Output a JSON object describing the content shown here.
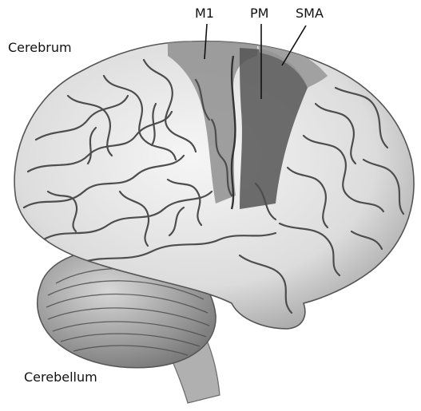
{
  "labels": {
    "cerebrum": "Cerebrum",
    "cerebellum": "Cerebellum",
    "m1": "M1",
    "pm": "PM",
    "sma": "SMA"
  },
  "colors": {
    "brain_base": "#e6e6e6",
    "sulcus": "#5a5a5a",
    "m1_region": "#8f8f8f",
    "pm_region": "#555555",
    "sma_region": "#9a9a9a",
    "cerebellum": "#b5b5b5",
    "text": "#111111"
  }
}
